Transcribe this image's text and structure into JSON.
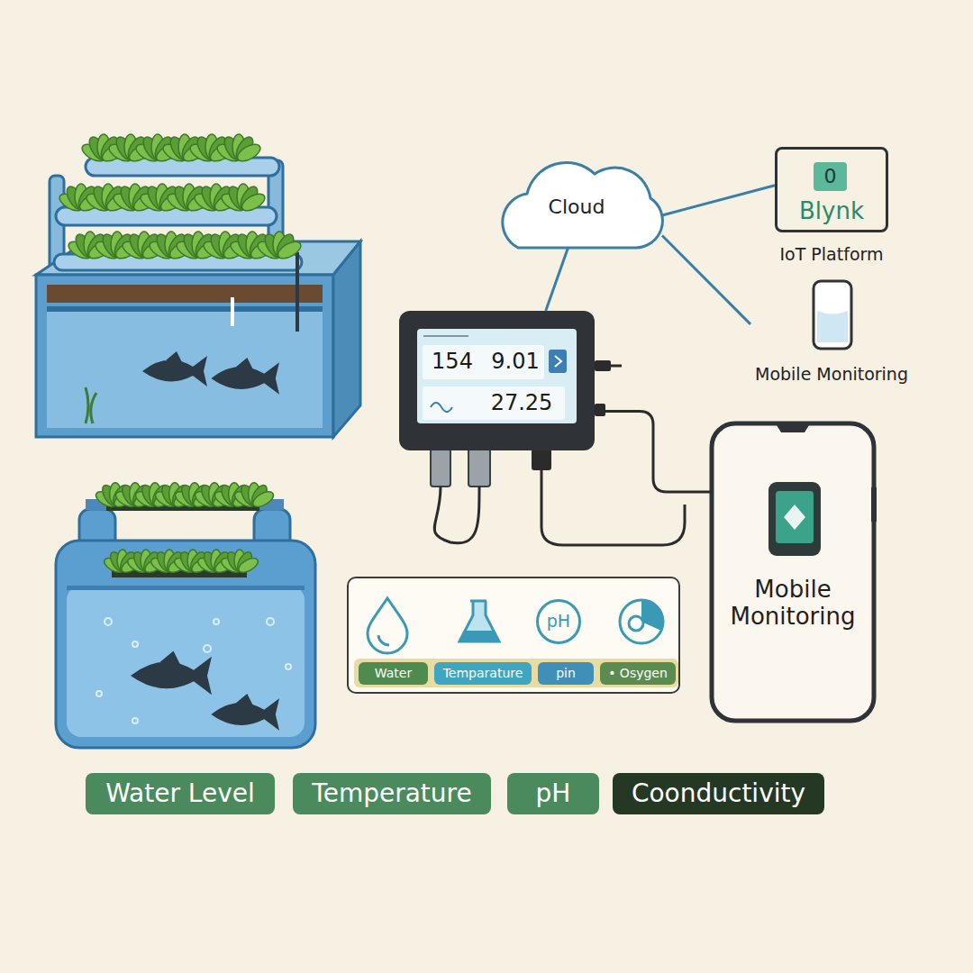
{
  "diagram": {
    "nodes": [
      {
        "text": [
          "Cloud"
        ]
      },
      {
        "text": [
          "0",
          "Blynk"
        ]
      },
      {
        "text": [
          "Mobile Monitoring"
        ]
      },
      {
        "text": [
          "154",
          "9.01",
          "27.25"
        ]
      },
      {
        "text": [
          "Mobile Monitoring"
        ]
      },
      {
        "text": []
      },
      {
        "text": [
          "pH"
        ],
        "in": 5
      },
      {
        "text": [
          "Water"
        ],
        "in": 5
      },
      {
        "text": [
          "Temparature"
        ],
        "in": 5
      },
      {
        "text": [
          "pin"
        ],
        "in": 5
      },
      {
        "text": [
          "• Osygen"
        ],
        "in": 5
      },
      {
        "text": [
          "Water Level"
        ]
      },
      {
        "text": [
          "Temperature"
        ]
      },
      {
        "text": [
          "pH"
        ]
      },
      {
        "text": [
          "Coonductivity"
        ]
      }
    ],
    "edges": [
      {
        "from": 0,
        "to": 3,
        "arrow": "none"
      },
      {
        "from": 0,
        "to": 1,
        "arrow": "none"
      },
      {
        "from": 0,
        "to": 2,
        "arrow": "none"
      },
      {
        "from": 3,
        "to": 4,
        "arrow": "none"
      }
    ],
    "labels": [
      "IoT Platform"
    ]
  }
}
